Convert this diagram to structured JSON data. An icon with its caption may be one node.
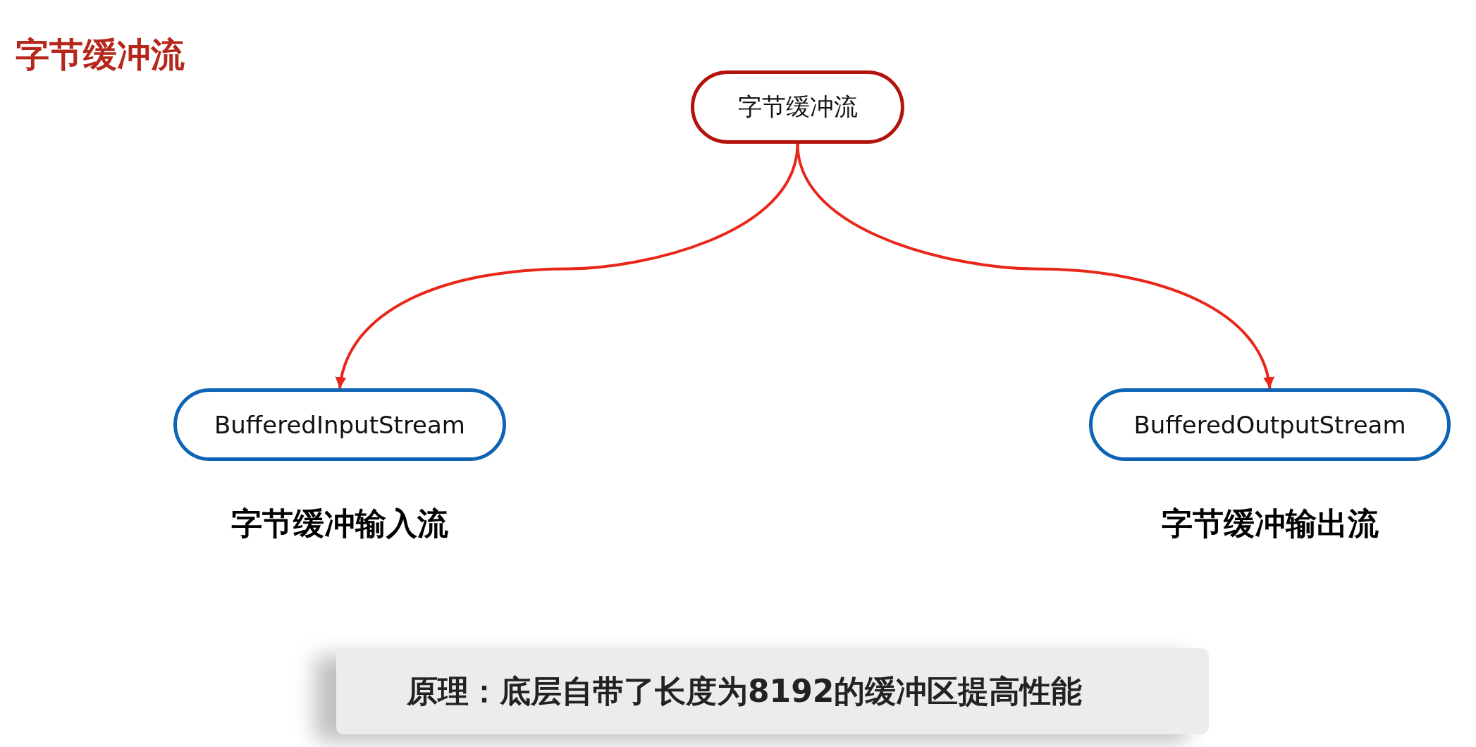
{
  "diagram": {
    "title": "字节缓冲流",
    "nodes": [
      {
        "text": [
          "字节缓冲流"
        ]
      },
      {
        "text": [
          "BufferedInputStream"
        ],
        "beside": [
          "字节缓冲输入流"
        ]
      },
      {
        "text": [
          "BufferedOutputStream"
        ],
        "beside": [
          "字节缓冲输出流"
        ]
      }
    ],
    "edges": [
      {
        "from": 0,
        "to": 1,
        "arrow": "to"
      },
      {
        "from": 0,
        "to": 2,
        "arrow": "to"
      }
    ],
    "labels": [
      "**原理：**底层自带了长度为8192的缓冲区提高性能"
    ]
  }
}
